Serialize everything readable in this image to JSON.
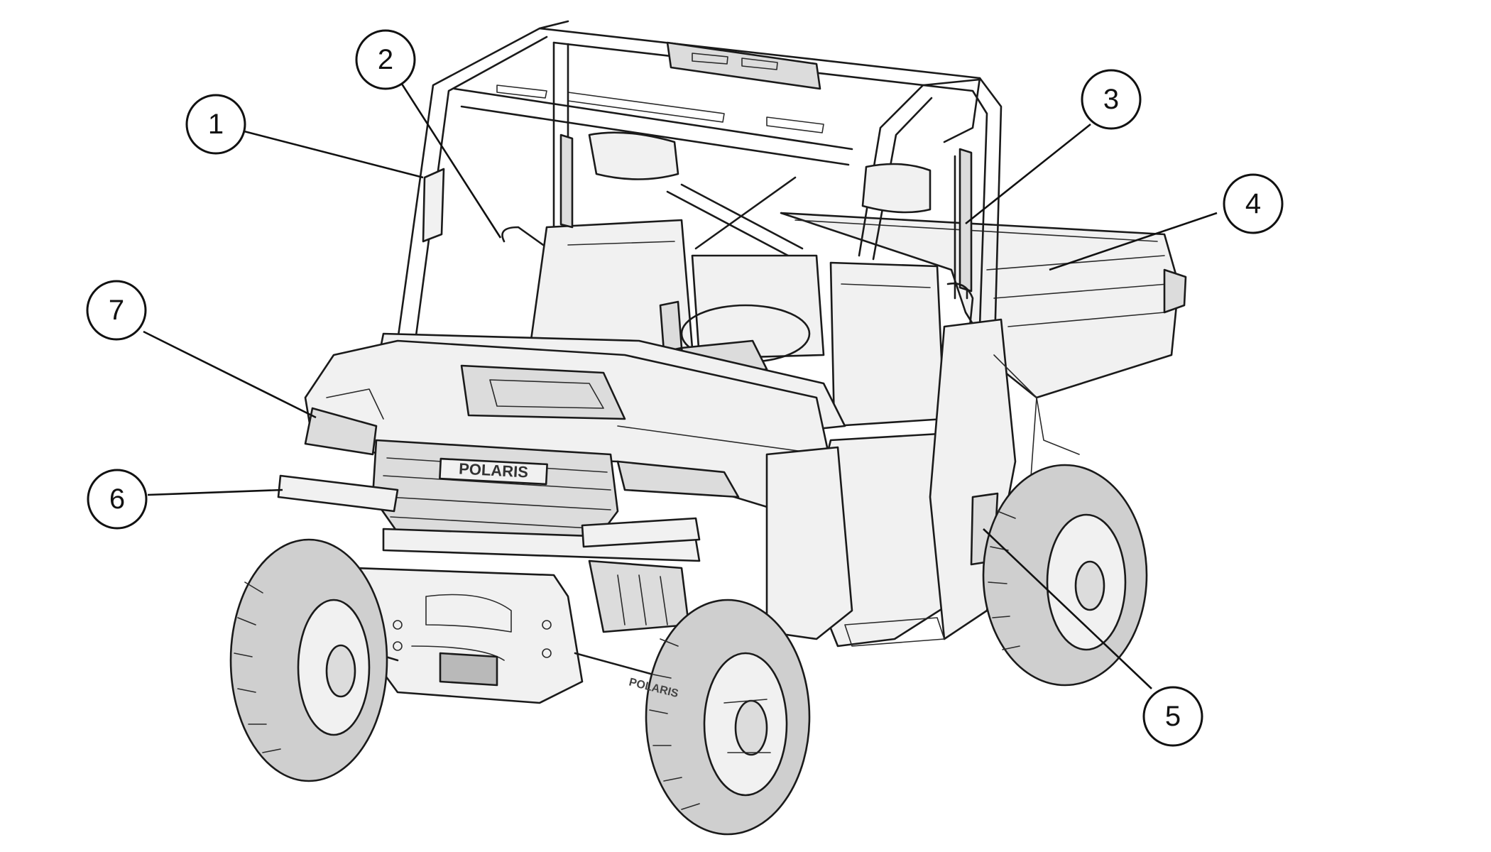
{
  "callouts": [
    {
      "id": "1",
      "label": "1"
    },
    {
      "id": "2",
      "label": "2"
    },
    {
      "id": "3",
      "label": "3"
    },
    {
      "id": "4",
      "label": "4"
    },
    {
      "id": "5",
      "label": "5"
    },
    {
      "id": "6",
      "label": "6"
    },
    {
      "id": "7",
      "label": "7"
    }
  ],
  "vehicle": {
    "grille_brand_text": "POLARIS",
    "fender_brand_text": "POLARIS"
  },
  "colors": {
    "line": "#1a1a1a",
    "background": "#ffffff",
    "panel_fill": "#f1f1f1"
  }
}
